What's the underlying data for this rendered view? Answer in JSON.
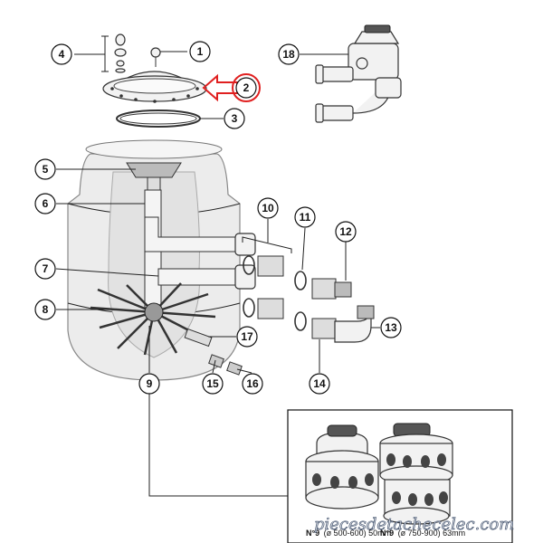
{
  "callouts": [
    {
      "id": "1",
      "label": "1"
    },
    {
      "id": "2",
      "label": "2"
    },
    {
      "id": "3",
      "label": "3"
    },
    {
      "id": "4",
      "label": "4"
    },
    {
      "id": "5",
      "label": "5"
    },
    {
      "id": "6",
      "label": "6"
    },
    {
      "id": "7",
      "label": "7"
    },
    {
      "id": "8",
      "label": "8"
    },
    {
      "id": "9",
      "label": "9"
    },
    {
      "id": "10",
      "label": "10"
    },
    {
      "id": "11",
      "label": "11"
    },
    {
      "id": "12",
      "label": "12"
    },
    {
      "id": "13",
      "label": "13"
    },
    {
      "id": "14",
      "label": "14"
    },
    {
      "id": "15",
      "label": "15"
    },
    {
      "id": "16",
      "label": "16"
    },
    {
      "id": "17",
      "label": "17"
    },
    {
      "id": "18",
      "label": "18"
    }
  ],
  "highlight": {
    "target": "2",
    "color": "#e02020"
  },
  "inset": {
    "left_caption_bold": "N°9",
    "left_caption": "(ø 500-600) 50mm",
    "right_caption_bold": "N°9",
    "right_caption": "(ø 750-900) 63mm"
  },
  "watermark": "piecesdetachecelec.com"
}
